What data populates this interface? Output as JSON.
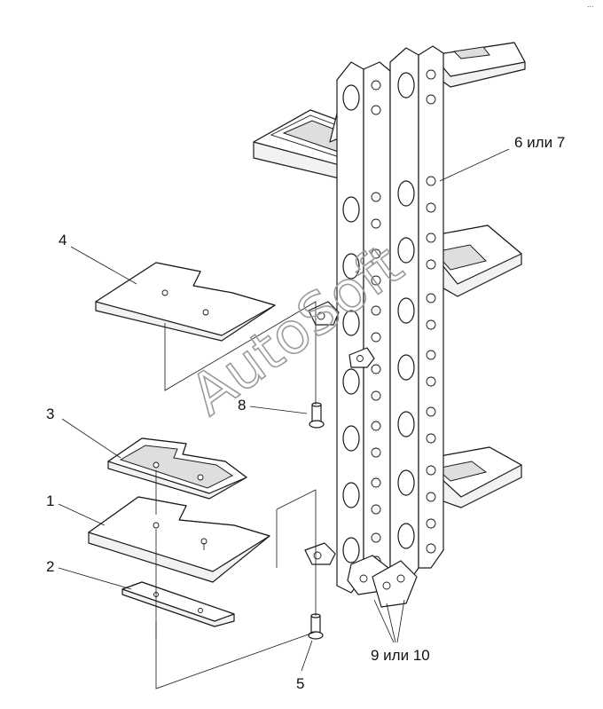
{
  "diagram": {
    "callouts": {
      "c1": "1",
      "c2": "2",
      "c3": "3",
      "c4": "4",
      "c5": "5",
      "c6": "6 или 7",
      "c8": "8",
      "c9": "9 или 10"
    },
    "watermark": "AutoSoft",
    "corner_mark": "..."
  }
}
